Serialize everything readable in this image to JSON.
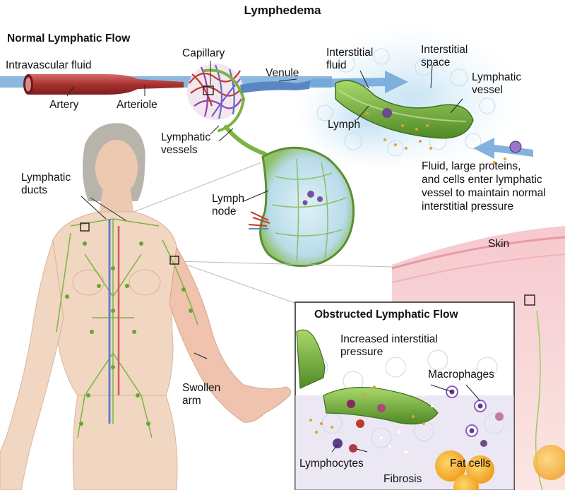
{
  "title": "Lymphedema",
  "sections": {
    "normal": "Normal Lymphatic Flow",
    "obstructed": "Obstructed Lymphatic Flow"
  },
  "labels": {
    "intravascular_fluid": "Intravascular fluid",
    "artery": "Artery",
    "arteriole": "Arteriole",
    "capillary": "Capillary",
    "venule": "Venule",
    "interstitial_fluid_1": "Interstitial",
    "interstitial_fluid_2": "fluid",
    "interstitial_space_1": "Interstitial",
    "interstitial_space_2": "space",
    "lymphatic_vessel_1": "Lymphatic",
    "lymphatic_vessel_2": "vessel",
    "lymph": "Lymph",
    "lymphatic_vessels_1": "Lymphatic",
    "lymphatic_vessels_2": "vessels",
    "fluid_note_1": "Fluid, large proteins,",
    "fluid_note_2": "and cells enter lymphatic",
    "fluid_note_3": "vessel to maintain normal",
    "fluid_note_4": "interstitial pressure",
    "lymphatic_ducts_1": "Lymphatic",
    "lymphatic_ducts_2": "ducts",
    "lymph_node_1": "Lymph",
    "lymph_node_2": "node",
    "skin": "Skin",
    "swollen_arm_1": "Swollen",
    "swollen_arm_2": "arm",
    "increased_pressure_1": "Increased interstitial",
    "increased_pressure_2": "pressure",
    "macrophages": "Macrophages",
    "lymphocytes": "Lymphocytes",
    "fibrosis": "Fibrosis",
    "fat_cells": "Fat cells"
  },
  "colors": {
    "artery": "#b5383c",
    "vein": "#5b86c4",
    "lymph_green": "#7cb342",
    "lymph_dark": "#3f6f1e",
    "fluid_blue": "#9ccbe8",
    "skin_tone": "#f1d6c2",
    "skin_layer": "#f4c6c8",
    "fat": "#f7b23b"
  }
}
